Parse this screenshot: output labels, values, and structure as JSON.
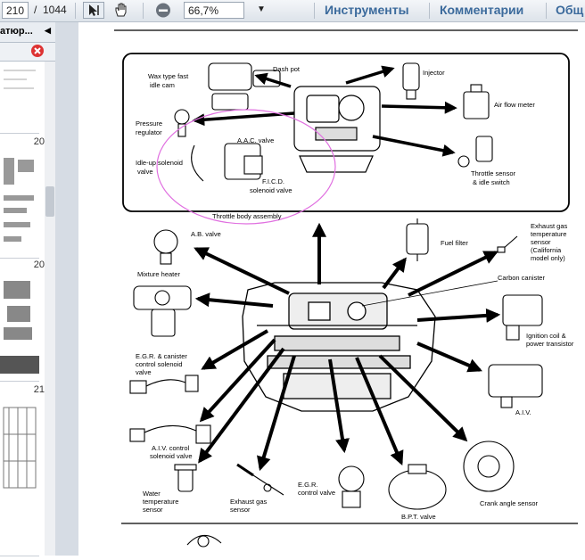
{
  "toolbar": {
    "page_current": "210",
    "page_separator": "/",
    "page_total": "1044",
    "zoom": "66,7%",
    "menu_tools": "Инструменты",
    "menu_comments": "Комментарии",
    "menu_share": "Общ",
    "icons": [
      "select-cursor-icon",
      "hand-tool-icon",
      "zoom-out-icon",
      "dropdown-arrow-icon"
    ]
  },
  "sidebar": {
    "header": "атюр...",
    "thumb_pages": [
      "20",
      "20",
      "21"
    ]
  },
  "diagram": {
    "box_labels": {
      "wax_cam": [
        "Wax type fast",
        "idle cam"
      ],
      "dash_pot": "Dash pot",
      "injector": "Injector",
      "air_flow": "Air flow meter",
      "pressure_regulator": [
        "Pressure",
        "regulator"
      ],
      "aac_valve": "A.A.C. valve",
      "idle_up": [
        "Idle-up solenoid",
        "valve"
      ],
      "ficd": [
        "F.I.C.D.",
        "solenoid valve"
      ],
      "throttle_sensor": [
        "Throttle sensor",
        "& idle switch"
      ],
      "throttle_body": "Throttle body assembly"
    },
    "labels": {
      "ab_valve": "A.B. valve",
      "fuel_filter": "Fuel filter",
      "exhaust_temp": [
        "Exhaust gas",
        "temperature",
        "sensor",
        "(California",
        "model only)"
      ],
      "carbon_canister": "Carbon canister",
      "mixture_heater": "Mixture heater",
      "ignition": [
        "Ignition coil &",
        "power transistor"
      ],
      "egr_canister": [
        "E.G.R. & canister",
        "control solenoid",
        "valve"
      ],
      "aiv": "A.I.V.",
      "aiv_control": [
        "A.I.V. control",
        "solenoid valve"
      ],
      "water_temp": [
        "Water",
        "temperature",
        "sensor"
      ],
      "exhaust_sensor": [
        "Exhaust gas",
        "sensor"
      ],
      "egr_control": [
        "E.G.R.",
        "control valve"
      ],
      "bpt_valve": "B.P.T. valve",
      "crank_sensor": "Crank angle sensor"
    }
  },
  "colors": {
    "highlight": "#e070e0",
    "menu_text": "#3b6a9c",
    "sidebar_bg": "#d6dce4"
  }
}
